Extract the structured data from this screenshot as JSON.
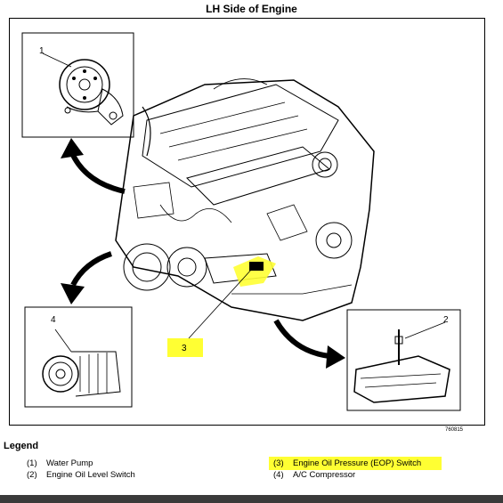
{
  "diagram": {
    "title": "LH Side of Engine",
    "figure_id": "760815",
    "callouts": [
      "1",
      "2",
      "3",
      "4"
    ]
  },
  "legend": {
    "title": "Legend",
    "items": [
      {
        "num": "(1)",
        "label": "Water Pump"
      },
      {
        "num": "(2)",
        "label": "Engine Oil Level Switch"
      },
      {
        "num": "(3)",
        "label": "Engine Oil Pressure (EOP) Switch"
      },
      {
        "num": "(4)",
        "label": "A/C Compressor"
      }
    ]
  },
  "colors": {
    "highlight": "#ffff33",
    "line": "#000000"
  }
}
